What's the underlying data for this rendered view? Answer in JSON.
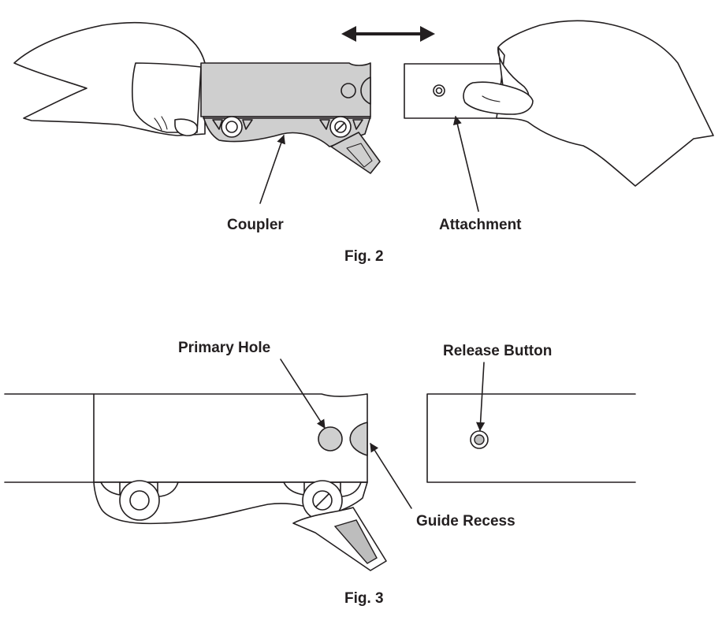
{
  "fig2": {
    "labels": {
      "coupler": "Coupler",
      "attachment": "Attachment"
    },
    "caption": "Fig. 2"
  },
  "fig3": {
    "labels": {
      "primary_hole": "Primary Hole",
      "release_button": "Release Button",
      "guide_recess": "Guide Recess"
    },
    "caption": "Fig. 3"
  },
  "colors": {
    "line": "#231f20",
    "fill_grey": "#cfcfcf",
    "background": "#ffffff"
  }
}
